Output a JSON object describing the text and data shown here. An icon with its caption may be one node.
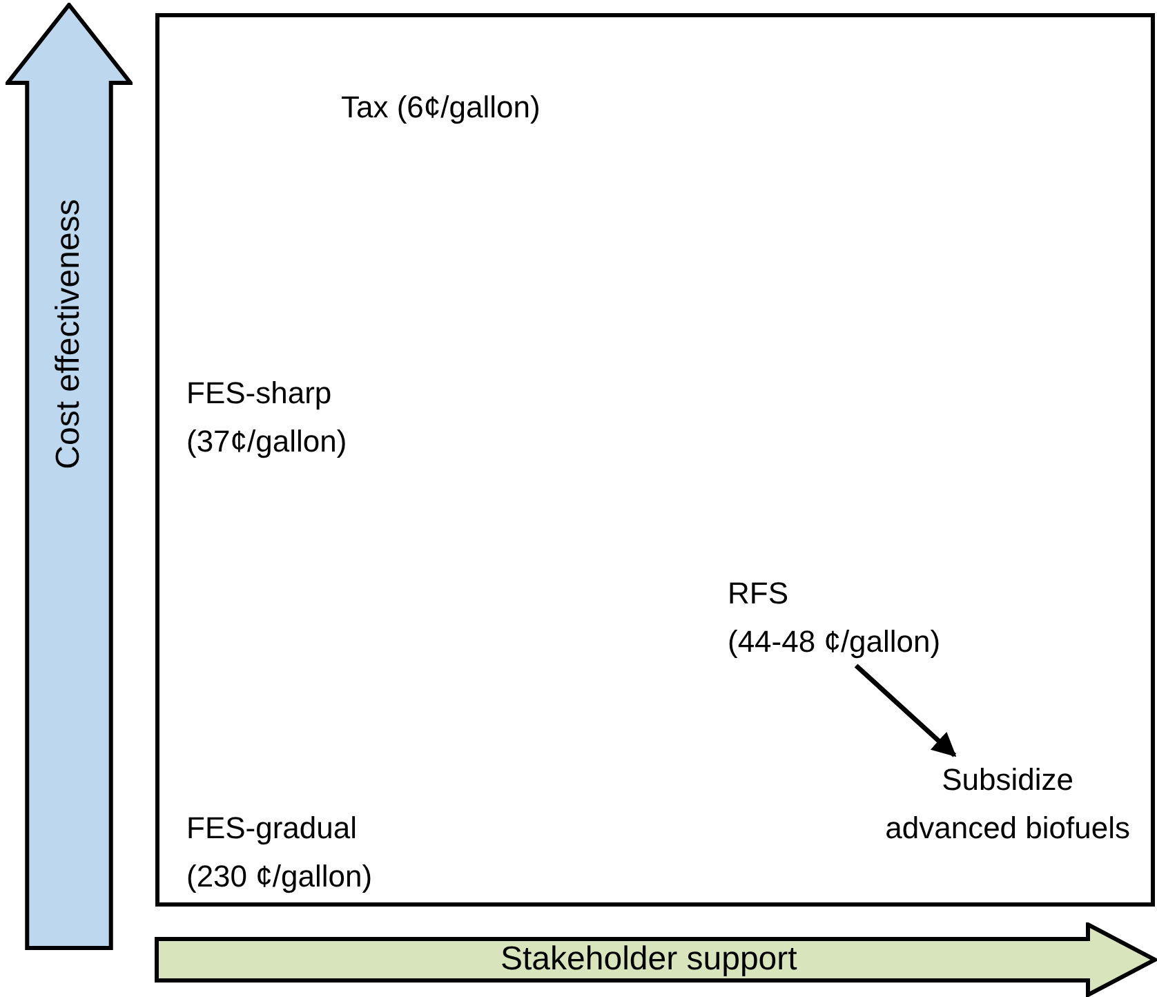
{
  "diagram": {
    "nodes": [
      {
        "text": [
          "Cost effectiveness"
        ]
      },
      {
        "text": [
          "Tax (6¢/gallon)"
        ]
      },
      {
        "text": [
          "FES-sharp",
          "(37¢/gallon)"
        ]
      },
      {
        "text": [
          "RFS",
          "(44-48 ¢/gallon)"
        ]
      },
      {
        "text": [
          "FES-gradual",
          "(230 ¢/gallon)"
        ]
      },
      {
        "text": [
          "Subsidize advanced biofuels"
        ]
      },
      {
        "text": [
          "Stakeholder support"
        ]
      }
    ],
    "edges": [
      {
        "from": 3,
        "to": 5,
        "arrow": "to"
      }
    ]
  }
}
